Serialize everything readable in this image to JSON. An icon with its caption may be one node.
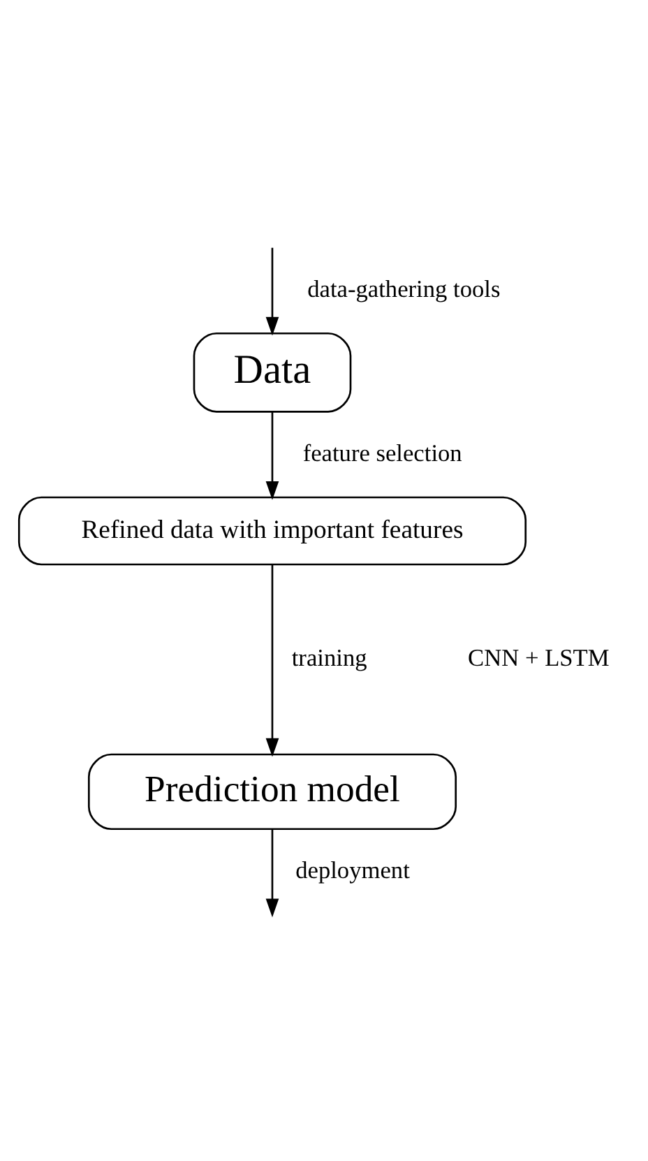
{
  "diagram": {
    "nodes": [
      {
        "text": [
          "Data"
        ]
      },
      {
        "text": [
          "Refined data with important features"
        ]
      },
      {
        "text": [
          "Prediction model"
        ]
      }
    ],
    "edges": [
      {
        "from": null,
        "to": 0,
        "arrow": "to",
        "label": "data-gathering tools"
      },
      {
        "from": 0,
        "to": 1,
        "arrow": "to",
        "label": "feature selection"
      },
      {
        "from": 1,
        "to": 2,
        "arrow": "to",
        "label": "training"
      },
      {
        "from": 2,
        "to": null,
        "arrow": "to",
        "label": "deployment"
      }
    ],
    "labels": [
      "CNN + LSTM"
    ]
  }
}
